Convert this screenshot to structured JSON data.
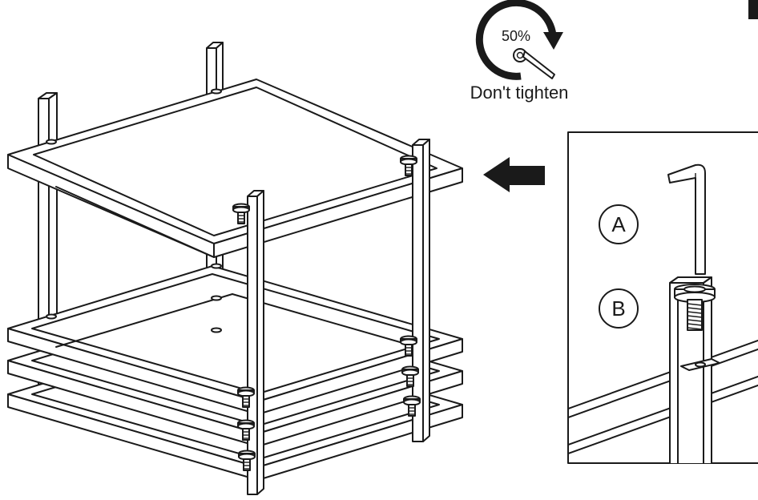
{
  "torque": {
    "percent_label": "50%",
    "caption": "Don't tighten",
    "value": 50
  },
  "detail": {
    "label_a": "A",
    "label_b": "B"
  },
  "icons": [
    "rotate-arrow-icon",
    "wrench-icon",
    "arrow-left-icon",
    "allen-key-icon",
    "bolt-icon"
  ],
  "colors": {
    "ink": "#1a1a1a",
    "paper": "#ffffff"
  }
}
